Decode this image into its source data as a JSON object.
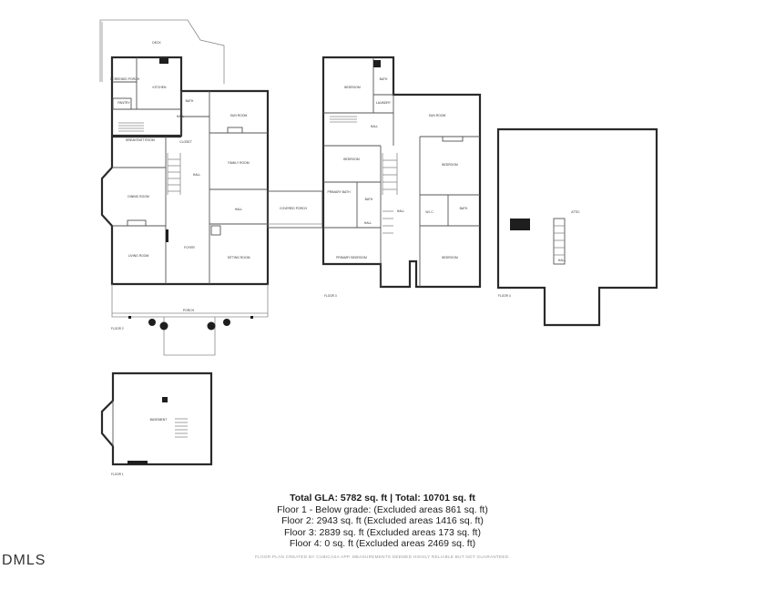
{
  "floors": [
    {
      "label": "FLOOR 2",
      "rooms": [
        "DECK",
        "SCREENED PORCH",
        "KITCHEN",
        "PANTRY",
        "BATH",
        "HALL",
        "BREAKFAST ROOM",
        "SUN ROOM",
        "FAMILY ROOM",
        "DINING ROOM",
        "HALL",
        "HALL",
        "FOYER",
        "LIVING ROOM",
        "SITTING ROOM",
        "PORCH",
        "COVERED PORCH",
        "CLOSET"
      ]
    },
    {
      "label": "FLOOR 3",
      "rooms": [
        "BEDROOM",
        "BATH",
        "LAUNDRY",
        "SUN ROOM",
        "HALL",
        "BEDROOM",
        "BEDROOM",
        "PRIMARY BATH",
        "BATH",
        "W.I.C.",
        "HALL",
        "BATH",
        "PRIMARY BEDROOM",
        "BEDROOM",
        "HALL"
      ]
    },
    {
      "label": "FLOOR 4",
      "rooms": [
        "ATTIC",
        "HALL"
      ]
    },
    {
      "label": "FLOOR 1",
      "rooms": [
        "BASEMENT"
      ]
    }
  ],
  "summary": {
    "total": "Total GLA: 5782 sq. ft | Total: 10701 sq. ft",
    "floor1": "Floor 1 - Below grade: (Excluded areas 861 sq. ft)",
    "floor2": "Floor 2: 2943 sq. ft (Excluded areas 1416 sq. ft)",
    "floor3": "Floor 3: 2839 sq. ft (Excluded areas 173 sq. ft)",
    "floor4": "Floor 4: 0 sq. ft (Excluded areas 2469 sq. ft)"
  },
  "credit": "FLOOR PLAN CREATED BY CUBICASA APP. MEASUREMENTS DEEMED HIGHLY RELIABLE BUT NOT GUARANTEED.",
  "logo": "DMLS"
}
